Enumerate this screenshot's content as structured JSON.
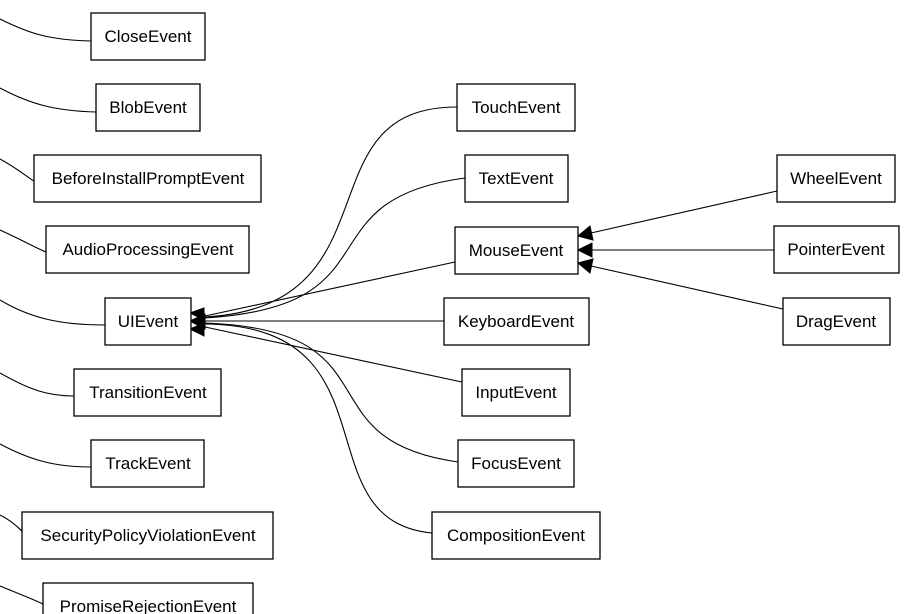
{
  "diagram": {
    "nodes": {
      "close_event": "CloseEvent",
      "blob_event": "BlobEvent",
      "before_install_prompt_event": "BeforeInstallPromptEvent",
      "audio_processing_event": "AudioProcessingEvent",
      "ui_event": "UIEvent",
      "transition_event": "TransitionEvent",
      "track_event": "TrackEvent",
      "security_policy_violation_event": "SecurityPolicyViolationEvent",
      "promise_rejection_event": "PromiseRejectionEvent",
      "touch_event": "TouchEvent",
      "text_event": "TextEvent",
      "mouse_event": "MouseEvent",
      "keyboard_event": "KeyboardEvent",
      "input_event": "InputEvent",
      "focus_event": "FocusEvent",
      "composition_event": "CompositionEvent",
      "wheel_event": "WheelEvent",
      "pointer_event": "PointerEvent",
      "drag_event": "DragEvent"
    },
    "edges": [
      {
        "from": "touch_event",
        "to": "ui_event"
      },
      {
        "from": "text_event",
        "to": "ui_event"
      },
      {
        "from": "mouse_event",
        "to": "ui_event"
      },
      {
        "from": "keyboard_event",
        "to": "ui_event"
      },
      {
        "from": "input_event",
        "to": "ui_event"
      },
      {
        "from": "focus_event",
        "to": "ui_event"
      },
      {
        "from": "composition_event",
        "to": "ui_event"
      },
      {
        "from": "wheel_event",
        "to": "mouse_event"
      },
      {
        "from": "pointer_event",
        "to": "mouse_event"
      },
      {
        "from": "drag_event",
        "to": "mouse_event"
      }
    ]
  }
}
